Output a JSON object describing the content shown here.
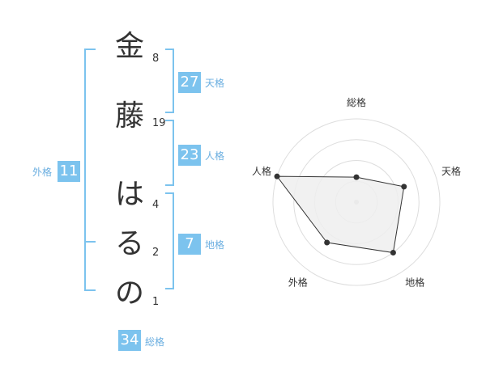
{
  "colors": {
    "accent": "#7cc3ee",
    "label": "#6aaee0",
    "text": "#333333",
    "radar_fill": "#eeeeee",
    "radar_grid": "#dddddd",
    "radar_point": "#333333"
  },
  "name": {
    "chars": [
      {
        "char": "金",
        "strokes": "8"
      },
      {
        "char": "藤",
        "strokes": "19"
      },
      {
        "char": "は",
        "strokes": "4"
      },
      {
        "char": "る",
        "strokes": "2"
      },
      {
        "char": "の",
        "strokes": "1"
      }
    ]
  },
  "kakusu": {
    "tenkaku": {
      "value": "27",
      "label": "天格"
    },
    "jinkaku": {
      "value": "23",
      "label": "人格"
    },
    "chikaku": {
      "value": "7",
      "label": "地格"
    },
    "gaikaku": {
      "value": "11",
      "label": "外格"
    },
    "soukaku": {
      "value": "34",
      "label": "総格"
    }
  },
  "chart_data": {
    "type": "radar",
    "axes": [
      "総格",
      "天格",
      "地格",
      "外格",
      "人格"
    ],
    "values": [
      0.3,
      0.6,
      0.75,
      0.6,
      1.0
    ],
    "range": [
      0,
      1
    ],
    "rings": 4
  }
}
